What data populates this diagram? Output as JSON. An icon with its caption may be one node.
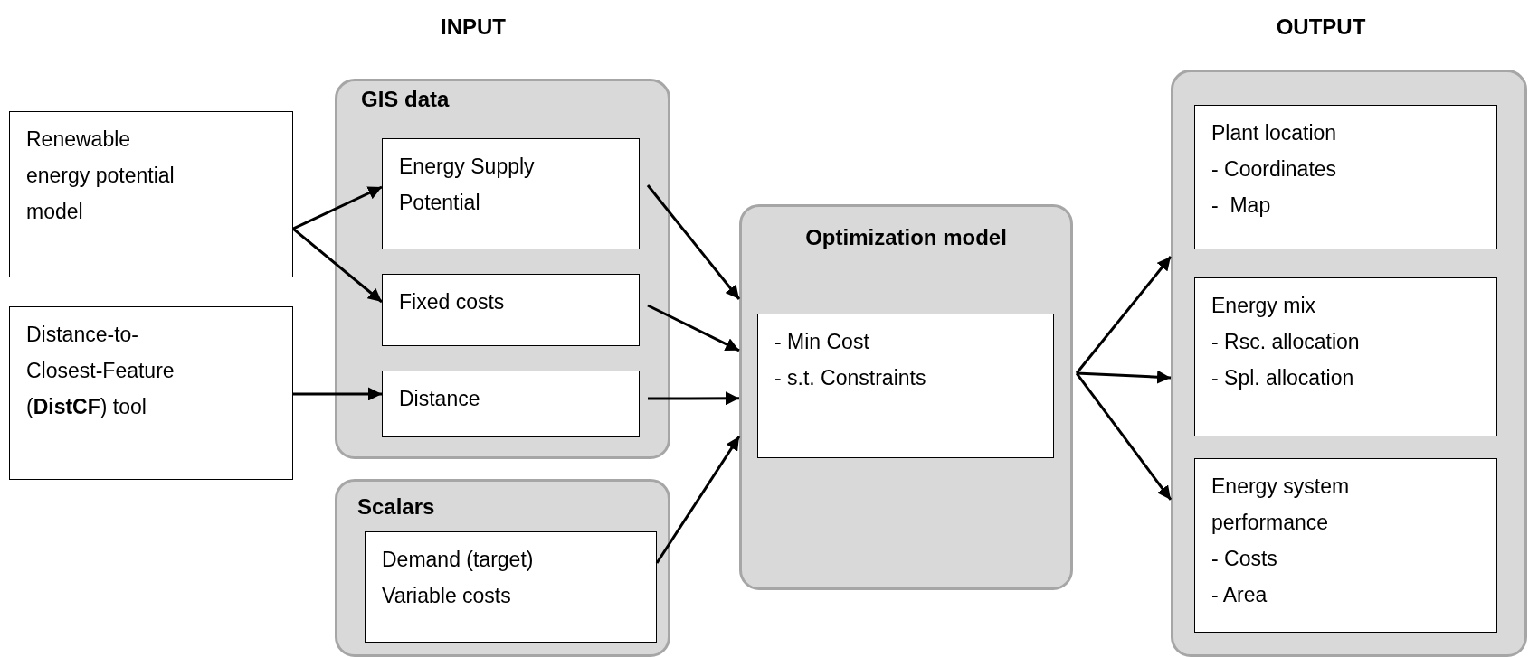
{
  "diagram": {
    "nodes": [
      {
        "text": [
          "Renewable energy potential model"
        ]
      },
      {
        "text": [
          "Distance-to-Closest-Feature (**DistCF**) tool"
        ]
      },
      {
        "text": [
          "GIS data"
        ]
      },
      {
        "text": [
          "Energy Supply Potential"
        ],
        "in": 2
      },
      {
        "text": [
          "Fixed costs"
        ],
        "in": 2
      },
      {
        "text": [
          "Distance"
        ],
        "in": 2
      },
      {
        "text": [
          "Scalars"
        ]
      },
      {
        "text": [
          "Demand (target)",
          "Variable costs"
        ],
        "in": 6
      },
      {
        "text": [
          "Optimization model"
        ]
      },
      {
        "text": [
          "- Min Cost",
          "- s.t. Constraints"
        ],
        "in": 8
      },
      {
        "text": [],
        "shape": "box"
      },
      {
        "text": [
          "Plant location",
          "- Coordinates",
          "-  Map"
        ],
        "in": 10
      },
      {
        "text": [
          "Energy mix",
          "- Rsc. allocation",
          "- Spl. allocation"
        ],
        "in": 10
      },
      {
        "text": [
          "Energy system performance",
          "- Costs",
          "- Area"
        ],
        "in": 10
      }
    ],
    "edges": [
      {
        "from": 0,
        "to": 3,
        "arrow": "to"
      },
      {
        "from": 0,
        "to": 4,
        "arrow": "to"
      },
      {
        "from": 1,
        "to": 5,
        "arrow": "to"
      },
      {
        "from": 3,
        "to": 8,
        "arrow": "to"
      },
      {
        "from": 4,
        "to": 8,
        "arrow": "to"
      },
      {
        "from": 5,
        "to": 8,
        "arrow": "to"
      },
      {
        "from": 7,
        "to": 8,
        "arrow": "to"
      },
      {
        "from": 8,
        "to": 11,
        "arrow": "to"
      },
      {
        "from": 8,
        "to": 12,
        "arrow": "to"
      },
      {
        "from": 8,
        "to": 13,
        "arrow": "to"
      }
    ],
    "labels": [
      "INPUT",
      "OUTPUT"
    ]
  }
}
